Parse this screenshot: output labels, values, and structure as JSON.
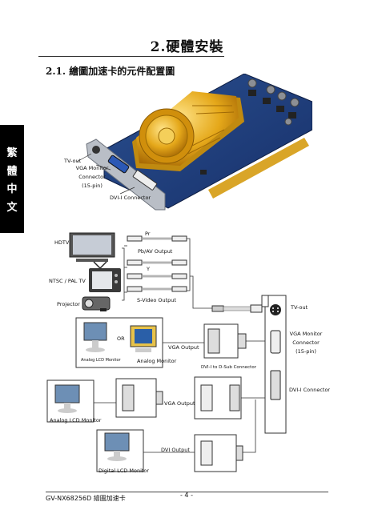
{
  "header": {
    "chapter_title": "2.硬體安裝",
    "section_title": "2.1. 繪圖加速卡的元件配置圖"
  },
  "side_tab": {
    "chars": [
      "繁",
      "體",
      "中",
      "文"
    ]
  },
  "card_labels": {
    "tv_out": "TV-out",
    "vga_monitor_1": "VGA Monitor",
    "vga_monitor_2": "Connector",
    "vga_monitor_3": "(15-pin)",
    "dvi_connector": "DVI-I Connector"
  },
  "diagram_labels": {
    "hdtv": "HDTV",
    "ntsc_pal_tv": "NTSC / PAL TV",
    "projector": "Projector",
    "pr": "Pr",
    "pb_av_output": "Pb/AV Output",
    "y": "Y",
    "s_video_output": "S-Video Output",
    "or": "OR",
    "analog_lcd_monitor_small": "Analog LCD Monitor",
    "analog_monitor": "Analog Monitor",
    "vga_output_1": "VGA Output",
    "dvi_to_dsub": "DVI-I to D-Sub Connector",
    "vga_output_2": "VGA Output",
    "analog_lcd_monitor": "Analog LCD Monitor",
    "dvi_output": "DVI Output",
    "digital_lcd_monitor": "Digital LCD Monitor",
    "bracket_tv_out": "TV-out",
    "bracket_vga_1": "VGA Monitor",
    "bracket_vga_2": "Connector",
    "bracket_vga_3": "(15-pin)",
    "bracket_dvi": "DVI-I Connector"
  },
  "footer": {
    "model": "GV-NX68256D 繪圖加速卡",
    "page": "- 4 -"
  }
}
